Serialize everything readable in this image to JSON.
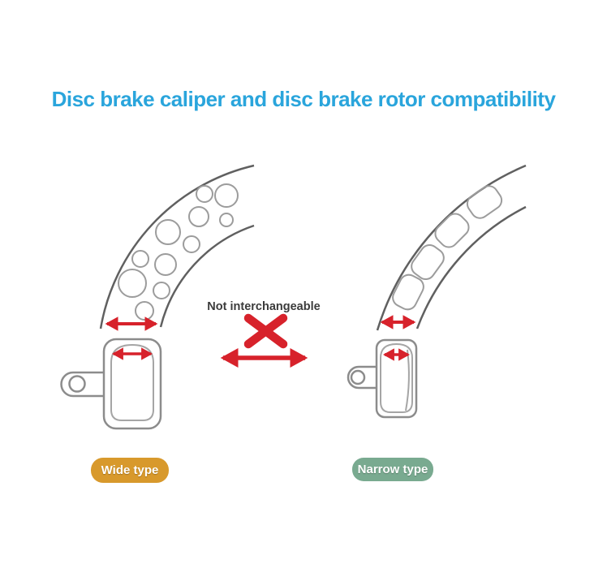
{
  "title": "Disc brake caliper and disc brake rotor compatibility",
  "center": {
    "label": "Not interchangeable",
    "icons": [
      "red-x-icon",
      "red-double-arrow-icon"
    ]
  },
  "wide": {
    "badge_label": "Wide type",
    "parts": [
      "disc-brake-rotor-wide",
      "brake-caliper-pad-wide"
    ]
  },
  "narrow": {
    "badge_label": "Narrow type",
    "parts": [
      "disc-brake-rotor-narrow",
      "brake-caliper-pad-narrow"
    ]
  },
  "colors": {
    "title": "#2aa5dc",
    "red": "#d7222b",
    "rotor_line": "#606060",
    "hole_line": "#9c9c9c",
    "pad_line": "#8c8c8c",
    "pad_inner_line": "#a5a5a5",
    "badge_wide": "#d8992c",
    "badge_narrow": "#79aa90",
    "label_text": "#3b3b3b"
  }
}
